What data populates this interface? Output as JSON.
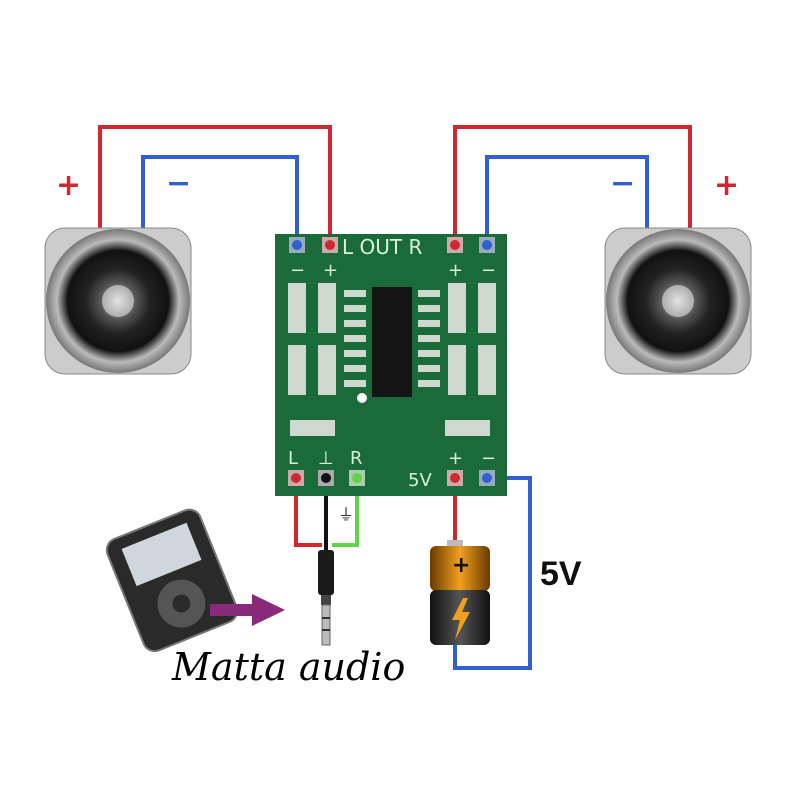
{
  "colors": {
    "red_wire": "#d0282e",
    "blue_wire": "#2f5fd0",
    "green_wire": "#5fd34a",
    "black_wire": "#111111",
    "board": "#1b6a3a"
  },
  "left_speaker": {
    "plus_label": "+",
    "minus_label": "−"
  },
  "right_speaker": {
    "plus_label": "+",
    "minus_label": "−"
  },
  "board": {
    "out_label": "L OUT R",
    "out_left_plus": "+",
    "out_left_minus": "−",
    "out_right_plus": "+",
    "out_right_minus": "−",
    "in_left": "L",
    "in_ground": "⊥",
    "in_right": "R",
    "power_label": "5V",
    "power_plus": "+",
    "power_minus": "−"
  },
  "ground_symbol": "⏚",
  "supply_label": "5V",
  "caption": "Matta audio"
}
